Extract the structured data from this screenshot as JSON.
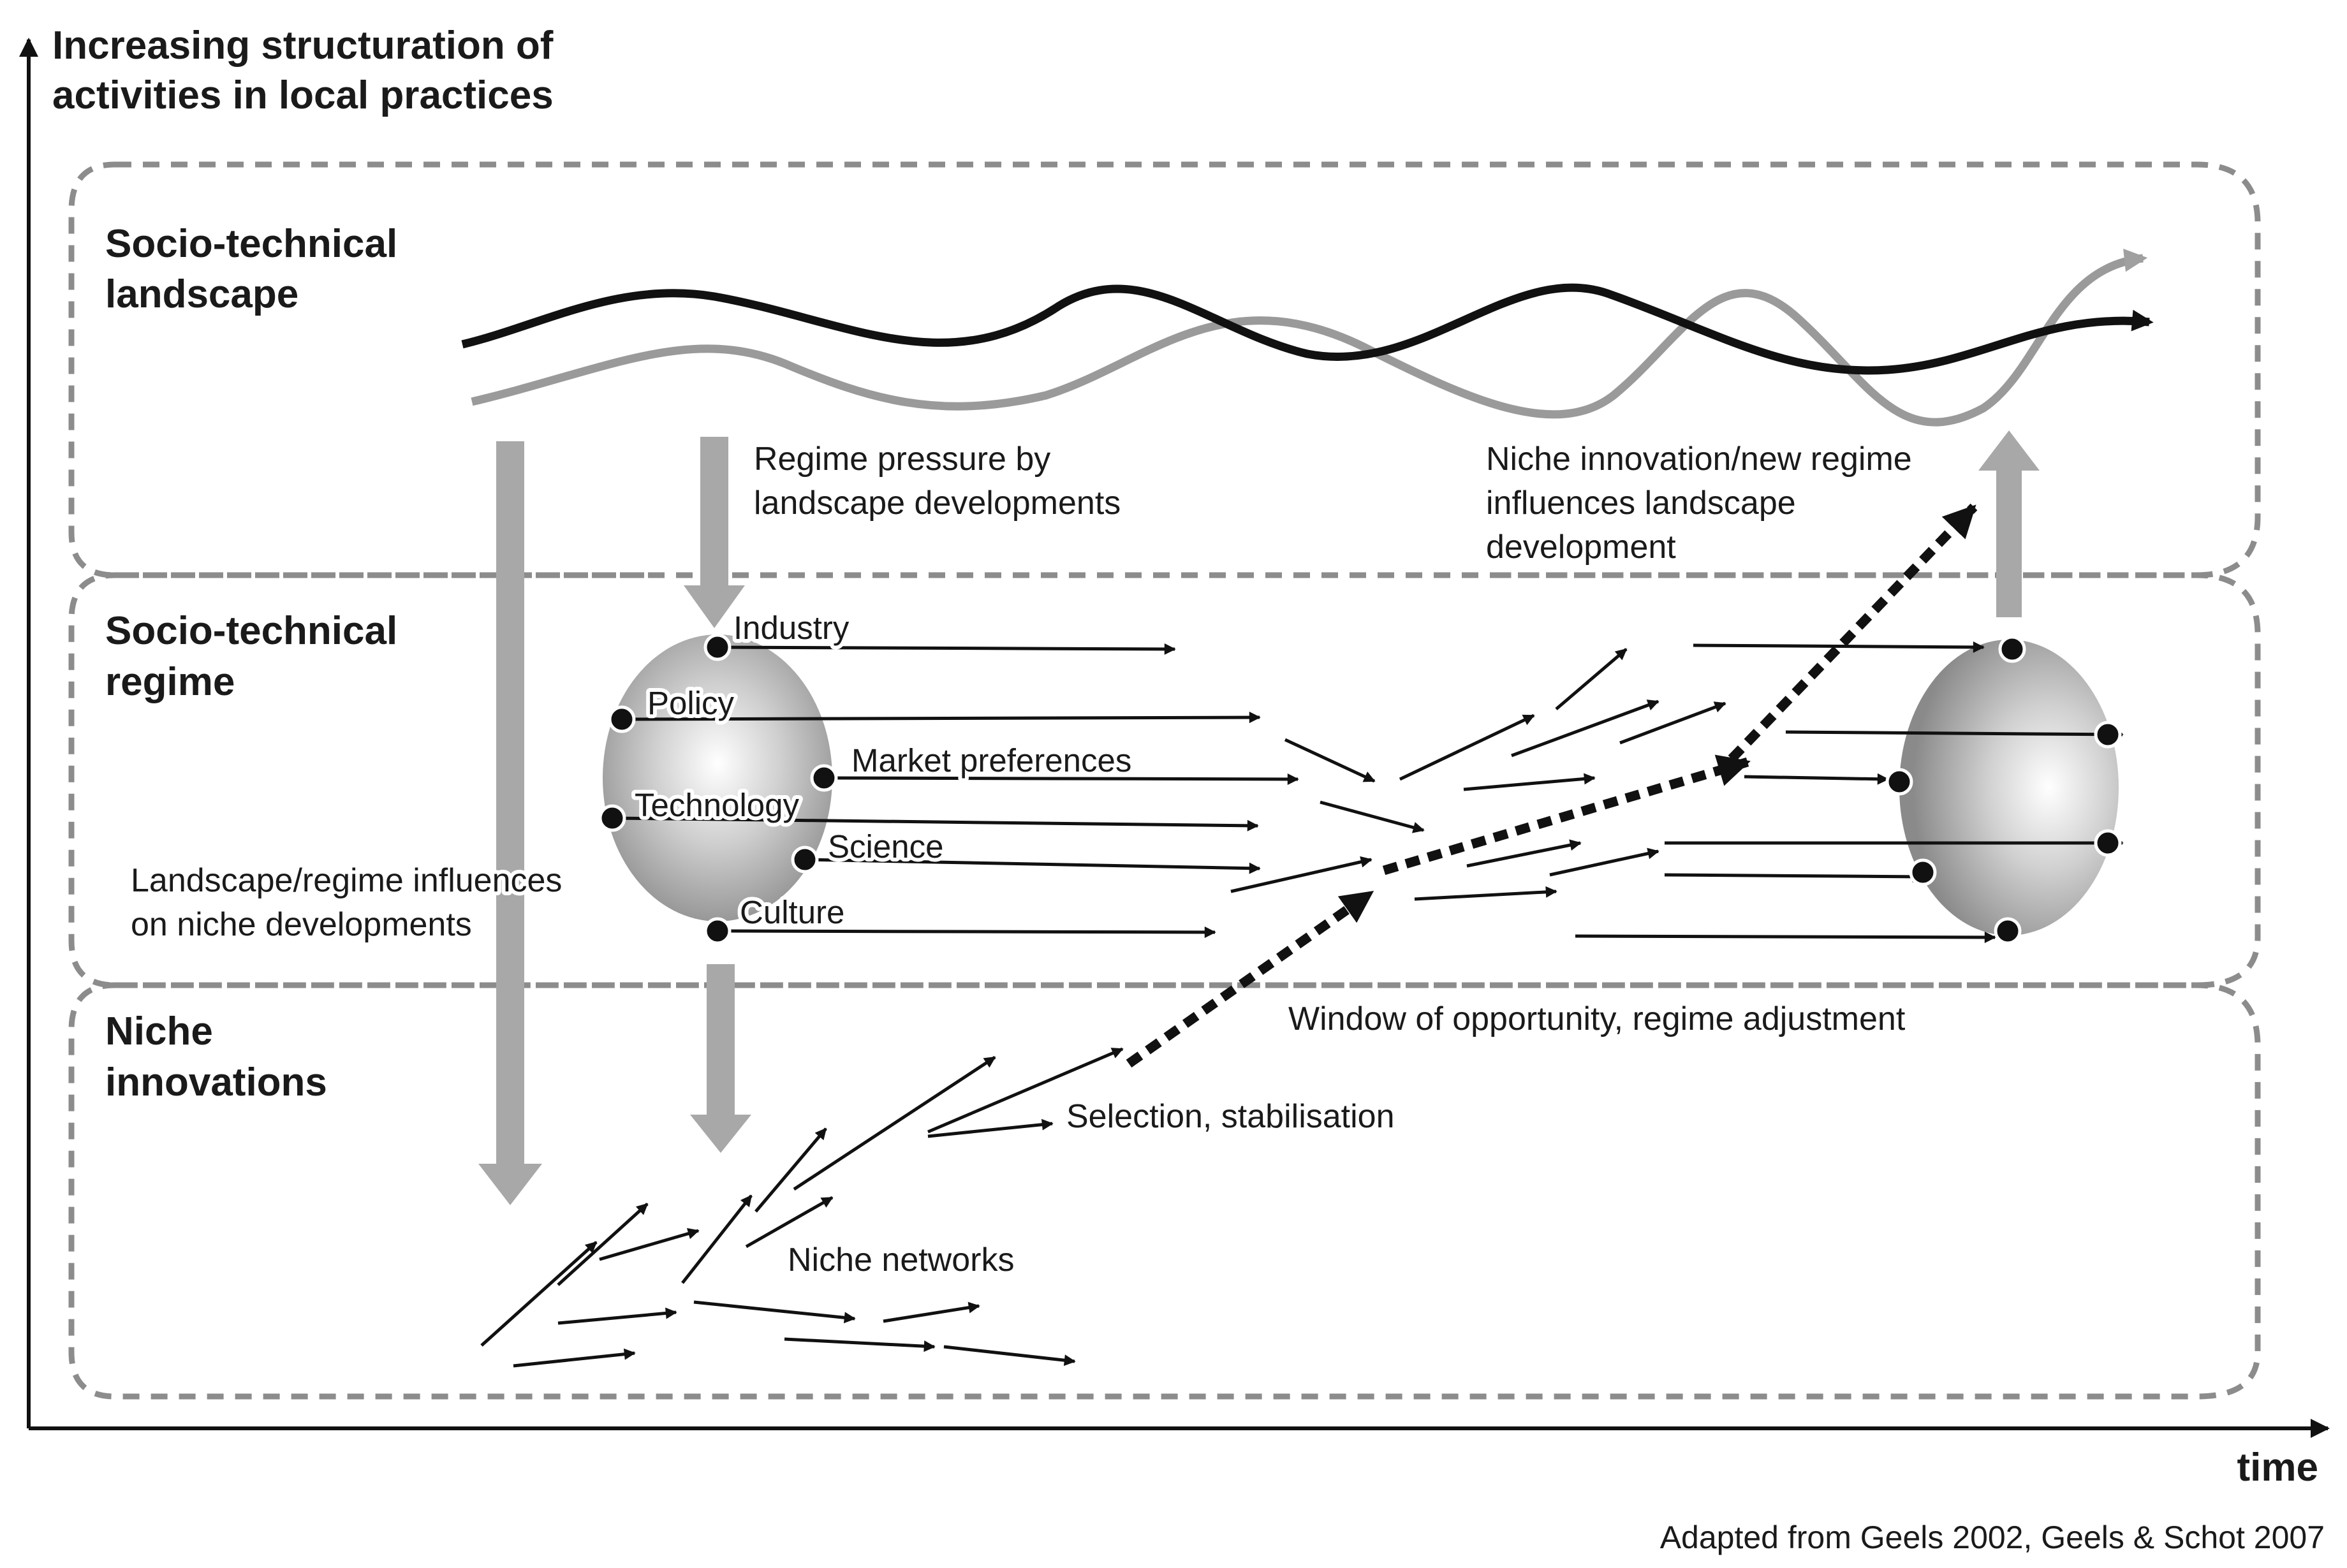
{
  "axes": {
    "y_label": [
      "Increasing structuration of",
      "activities in local practices"
    ],
    "x_label": "time"
  },
  "levels": {
    "landscape": [
      "Socio-technical",
      "landscape"
    ],
    "regime": [
      "Socio-technical",
      "regime"
    ],
    "niche": [
      "Niche",
      "innovations"
    ]
  },
  "regime_elements": [
    "Industry",
    "Policy",
    "Market preferences",
    "Technology",
    "Science",
    "Culture"
  ],
  "annotations": {
    "regime_pressure": [
      "Regime pressure by",
      "landscape developments"
    ],
    "niche_influences_landscape": [
      "Niche innovation/new regime",
      "influences landscape",
      "development"
    ],
    "landscape_regime_influences": [
      "Landscape/regime influences",
      "on niche developments"
    ],
    "window_of_opportunity": "Window of opportunity, regime adjustment",
    "selection": "Selection, stabilisation",
    "niche_networks": "Niche networks"
  },
  "source": "Adapted from Geels 2002, Geels & Schot 2007",
  "colors": {
    "ink": "#111111",
    "grey_arrow": "#a6a6a6",
    "grey_curve": "#9a9a9a",
    "dashed_border": "#8c8c8c"
  }
}
